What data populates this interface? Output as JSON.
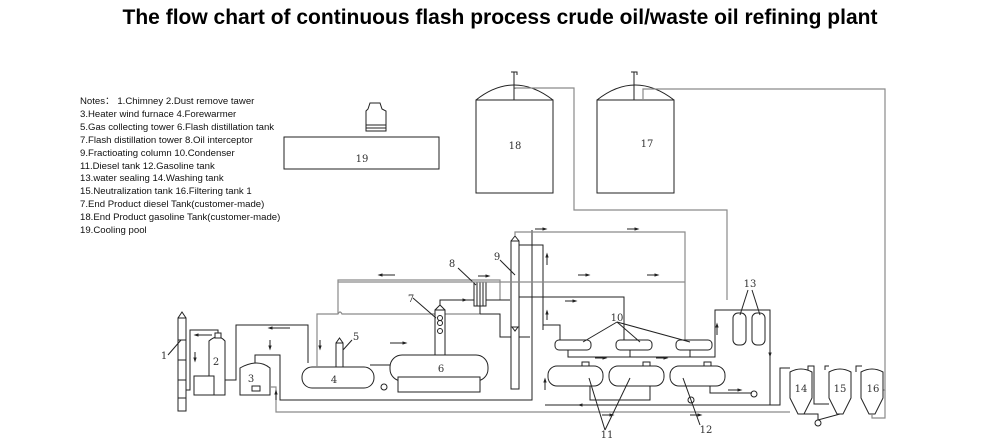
{
  "title": "The flow chart of continuous flash process crude oil/waste oil refining plant",
  "notes": [
    "Notes： 1.Chimney  2.Dust remove tawer",
    "3.Heater wind furnace  4.Forewarmer",
    "5.Gas collecting tower  6.Flash distillation tank",
    "7.Flash distillation tower  8.Oil interceptor",
    "9.Fractioating column  10.Condenser",
    "11.Diesel tank    12.Gasoline tank",
    "13.water sealing  14.Washing tank",
    "15.Neutralization tank    16.Filtering tank  1",
    "7.End Product diesel Tank(customer-made)",
    "18.End Product gasoline Tank(customer-made)",
    "19.Cooling pool"
  ],
  "equipment": {
    "chimney": "1",
    "dust_remove_tower": "2",
    "heater_wind_furnace": "3",
    "forewarmer": "4",
    "gas_collecting_tower": "5",
    "flash_distillation_tank": "6",
    "flash_distillation_tower": "7",
    "oil_interceptor": "8",
    "fractionating_column": "9",
    "condenser": "10",
    "diesel_tank": "11",
    "gasoline_tank": "12",
    "water_sealing": "13",
    "washing_tank": "14",
    "neutralization_tank": "15",
    "filtering_tank": "16",
    "end_product_diesel_tank": "17",
    "end_product_gasoline_tank": "18",
    "cooling_pool": "19"
  }
}
